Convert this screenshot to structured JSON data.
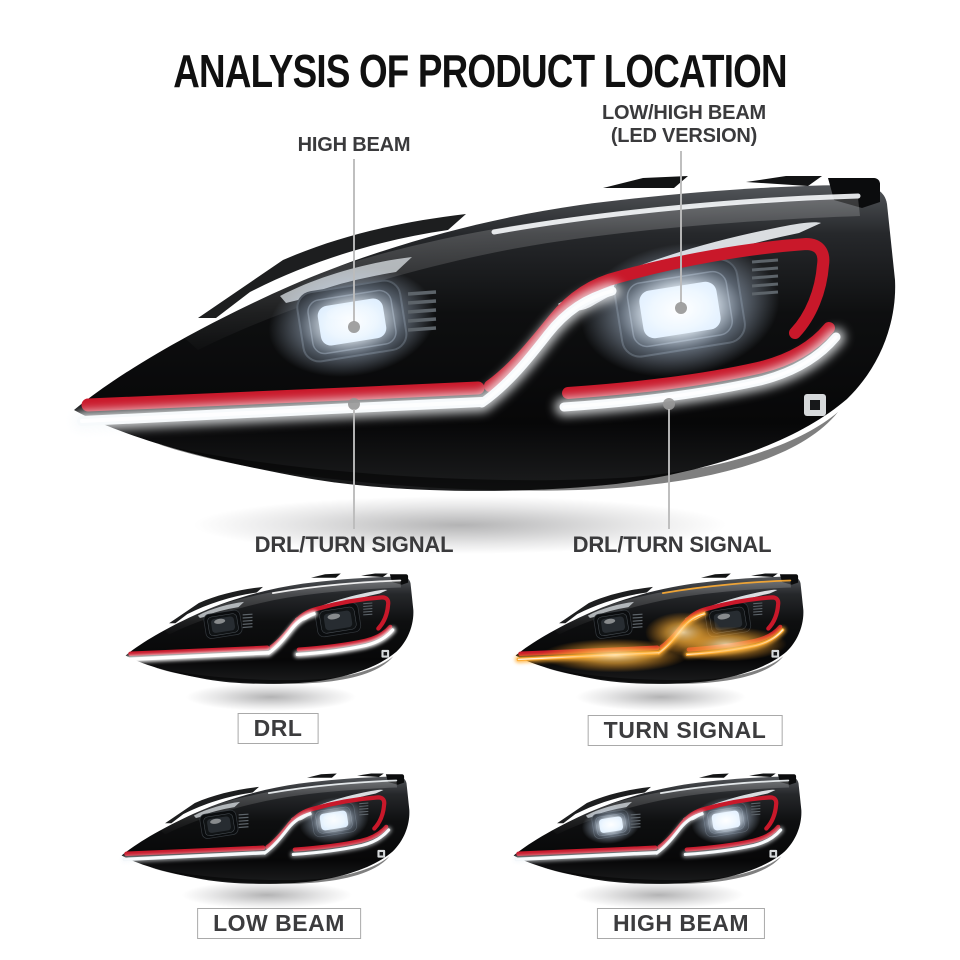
{
  "title": "ANALYSIS OF PRODUCT LOCATION",
  "callouts": {
    "high_beam": "HIGH BEAM",
    "low_high_beam_line1": "LOW/HIGH BEAM",
    "low_high_beam_line2": "(LED VERSION)",
    "drl_turn_left": "DRL/TURN SIGNAL",
    "drl_turn_right": "DRL/TURN SIGNAL"
  },
  "thumbnails": [
    {
      "label": "DRL"
    },
    {
      "label": "TURN SIGNAL"
    },
    {
      "label": "LOW BEAM"
    },
    {
      "label": "HIGH BEAM"
    }
  ],
  "colors": {
    "background": "#ffffff",
    "title_text": "#101010",
    "callout_text": "#3a3a3c",
    "callout_line": "#bcbcbc",
    "callout_dot": "#979797",
    "accent_red": "#c9182a",
    "drl_white": "#f7fafc",
    "turn_amber": "#ffad33",
    "label_box_border": "#a9a9a9",
    "headlight_body": "#0e0f10"
  }
}
